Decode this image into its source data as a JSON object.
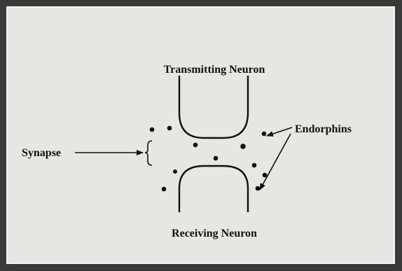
{
  "labels": {
    "transmitting": "Transmitting Neuron",
    "receiving": "Receiving Neuron",
    "synapse": "Synapse",
    "endorphins": "Endorphins"
  },
  "colors": {
    "frame": "#3a3a3a",
    "background": "#e6e6e2",
    "ink": "#111111"
  }
}
